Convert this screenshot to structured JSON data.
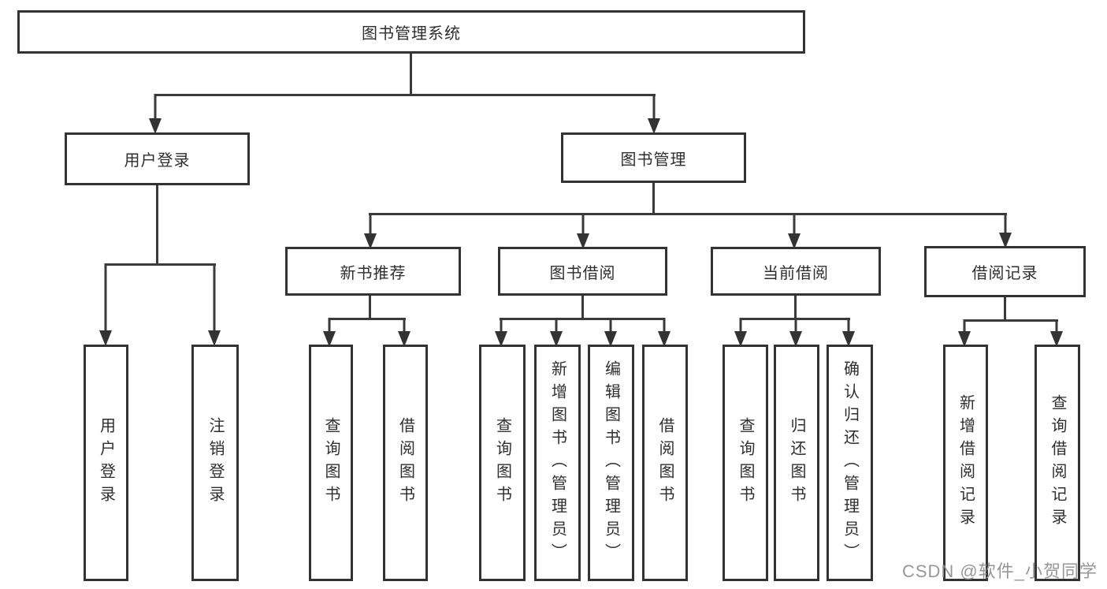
{
  "title": "图书管理系统",
  "tree": {
    "root": {
      "label": "图书管理系统"
    },
    "branches": [
      {
        "label": "用户登录",
        "children": [
          {
            "label": "用户登录"
          },
          {
            "label": "注销登录"
          }
        ]
      },
      {
        "label": "图书管理",
        "children": [
          {
            "label": "新书推荐",
            "children": [
              {
                "label": "查询图书"
              },
              {
                "label": "借阅图书"
              }
            ]
          },
          {
            "label": "图书借阅",
            "children": [
              {
                "label": "查询图书"
              },
              {
                "label": "新增图书（管理员）"
              },
              {
                "label": "编辑图书（管理员）"
              },
              {
                "label": "借阅图书"
              }
            ]
          },
          {
            "label": "当前借阅",
            "children": [
              {
                "label": "查询图书"
              },
              {
                "label": "归还图书"
              },
              {
                "label": "确认归还（管理员）"
              }
            ]
          },
          {
            "label": "借阅记录",
            "children": [
              {
                "label": "新增借阅记录"
              },
              {
                "label": "查询借阅记录"
              }
            ]
          }
        ]
      }
    ]
  },
  "watermark": {
    "text": "CSDN @软件_小贺同学"
  },
  "colors": {
    "box_border": "#333333",
    "connector_line": "#3a3a3a",
    "text": "#2e2e2e",
    "watermark": "#919191",
    "background": "#ffffff"
  }
}
